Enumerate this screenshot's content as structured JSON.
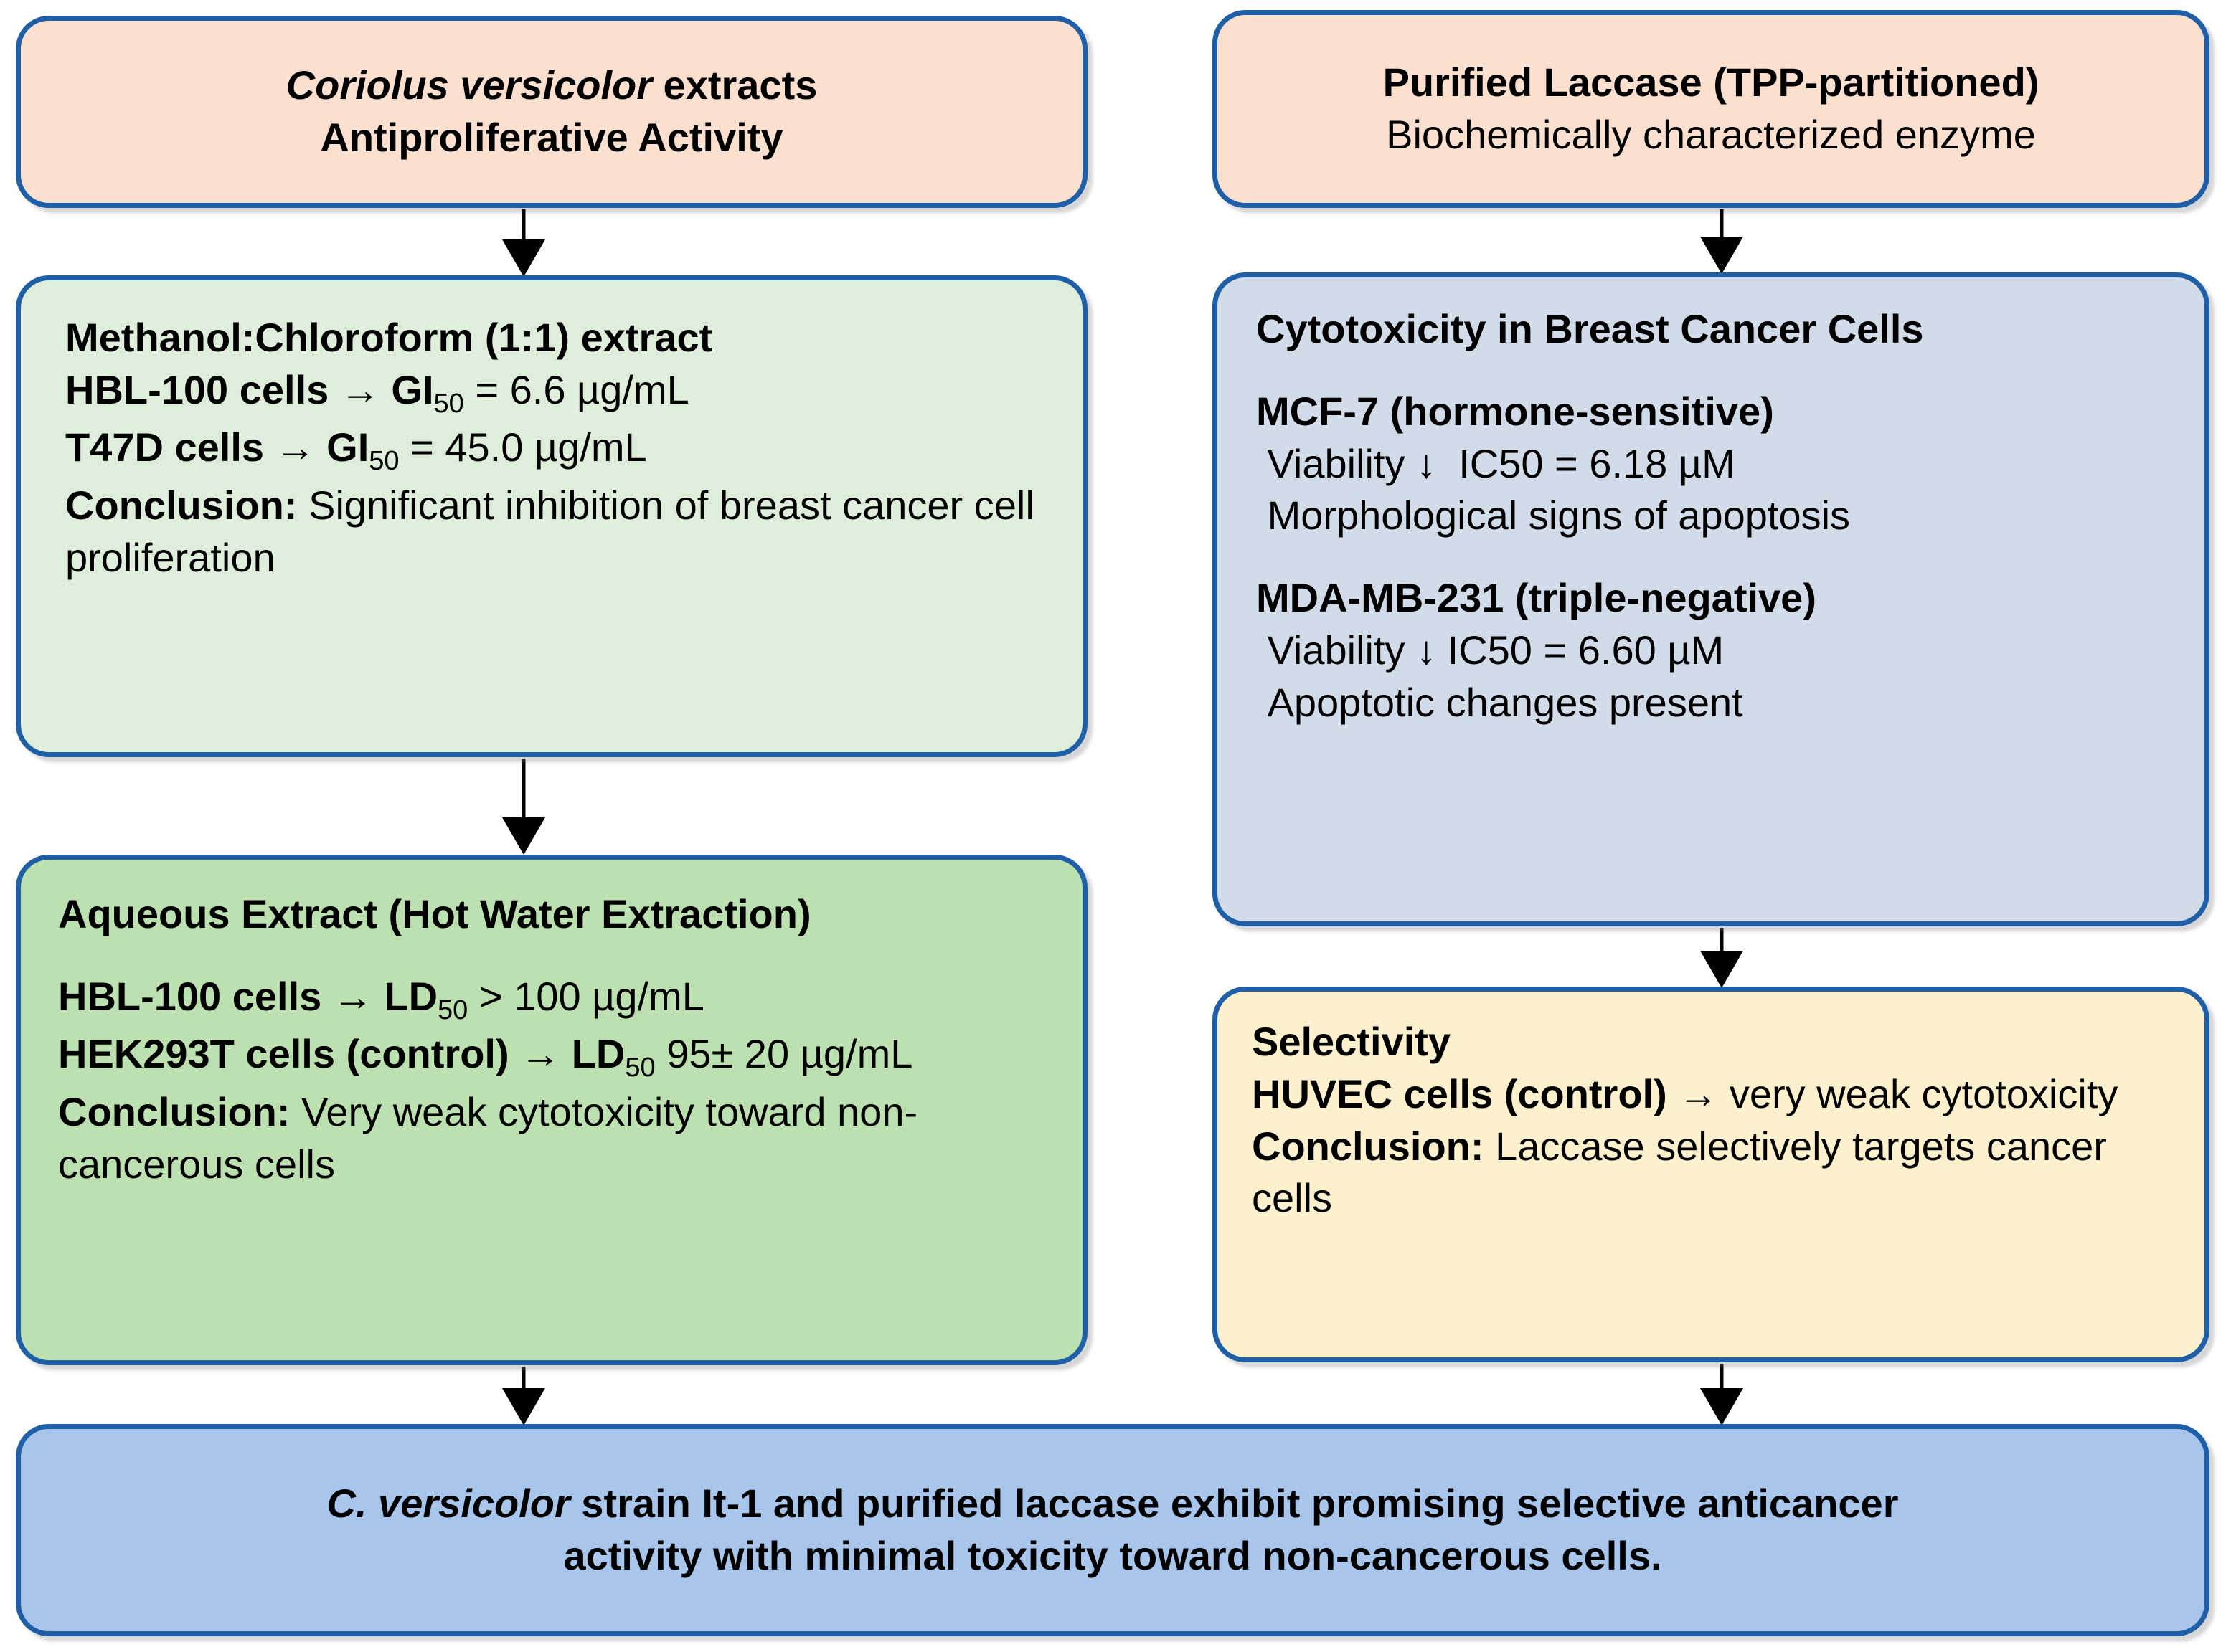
{
  "diagram": {
    "title": "Coriolus versicolor extracts and purified laccase anticancer activity flowchart",
    "colors": {
      "border": "#1F5FA8",
      "peach": "#FBE0D0",
      "light_green": "#DEEEDA",
      "green": "#BCE0B0",
      "blue_gray": "#D2DCE8",
      "yellow": "#FDF0CC",
      "blue": "#A8C6EC",
      "text": "#000000",
      "background": "#FFFFFF"
    },
    "left_column": {
      "header_box": {
        "line1_italic": "Coriolus versicolor",
        "line1_rest": " extracts",
        "line2": "Antiproliferative Activity"
      },
      "methanol_box": {
        "title": "Methanol:Chloroform (1:1) extract",
        "row1_bold": "HBL-100 cells",
        "row1_rest": " → GI",
        "row1_sub": "50",
        "row1_tail": " = 6.6 µg/mL",
        "row2_bold": "T47D cells",
        "row2_rest": " → GI",
        "row2_sub": "50",
        "row2_tail": " = 45.0 µg/mL",
        "conclusion_label": "Conclusion:",
        "conclusion_text": " Significant inhibition of breast cancer cell proliferation"
      },
      "aqueous_box": {
        "title": "Aqueous Extract (Hot Water Extraction)",
        "row1_bold": "HBL-100 cells",
        "row1_rest": " → LD",
        "row1_sub": "50",
        "row1_tail": " > 100 µg/mL",
        "row2_bold": "HEK293T cells (control)",
        "row2_rest": " → LD",
        "row2_sub": "50",
        "row2_tail": " 95± 20 µg/mL",
        "conclusion_label": "Conclusion:",
        "conclusion_text": " Very weak cytotoxicity toward non-cancerous cells"
      }
    },
    "right_column": {
      "header_box": {
        "line1": "Purified Laccase (TPP-partitioned)",
        "line2": "Biochemically characterized enzyme"
      },
      "cytotoxicity_box": {
        "title": "Cytotoxicity in Breast Cancer Cells",
        "cell_line_1": "MCF-7 (hormone-sensitive)",
        "cell_line_1_row1": " Viability ↓  IC50 = 6.18 µM",
        "cell_line_1_row2": " Morphological signs of apoptosis",
        "cell_line_2": "MDA-MB-231 (triple-negative)",
        "cell_line_2_row1": " Viability ↓ IC50 = 6.60 µM",
        "cell_line_2_row2": " Apoptotic changes present"
      },
      "selectivity_box": {
        "title": "Selectivity",
        "row1_bold": "HUVEC cells (control)",
        "row1_rest": " → very weak cytotoxicity",
        "conclusion_label": "Conclusion:",
        "conclusion_text": " Laccase selectively targets cancer cells"
      }
    },
    "final_box": {
      "line1_italic_lead": "C. versicolor",
      "line1_rest": " strain It-1 and purified laccase exhibit promising selective anticancer",
      "line2": "activity with minimal toxicity toward non-cancerous cells."
    },
    "arrows": [
      {
        "name": "arrow-extract-to-methanol",
        "from": "extract-header-box",
        "to": "methanol-box"
      },
      {
        "name": "arrow-methanol-to-aqueous",
        "from": "methanol-box",
        "to": "aqueous-box"
      },
      {
        "name": "arrow-aqueous-to-final",
        "from": "aqueous-box",
        "to": "final-box"
      },
      {
        "name": "arrow-laccase-to-cytotoxicity",
        "from": "laccase-header-box",
        "to": "cytotoxicity-box"
      },
      {
        "name": "arrow-cytotoxicity-to-selectivity",
        "from": "cytotoxicity-box",
        "to": "selectivity-box"
      },
      {
        "name": "arrow-selectivity-to-final",
        "from": "selectivity-box",
        "to": "final-box"
      }
    ]
  }
}
